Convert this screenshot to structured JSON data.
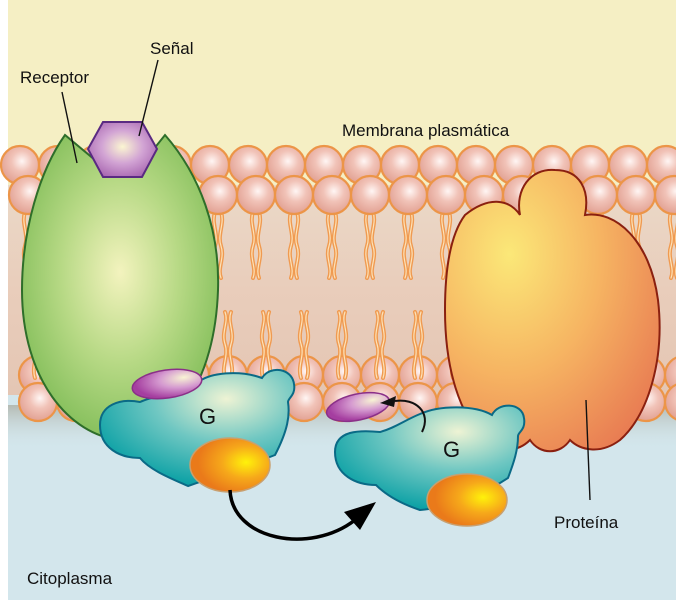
{
  "diagram": {
    "title": "Receptor acoplado a proteína G en la membrana plasmática",
    "labels": {
      "signal": "Señal",
      "receptor": "Receptor",
      "membrane": "Membrana plasmática",
      "cytoplasm": "Citoplasma",
      "protein": "Proteína",
      "g_protein_1": "G",
      "g_protein_2": "G"
    },
    "colors": {
      "extracellular": "#f5efc4",
      "cytoplasm": "#d3e6ec",
      "lipid_head": "#eeb5a8",
      "lipid_outline": "#e88a3c",
      "lipid_tail": "#f2a25a",
      "receptor": "#8fc860",
      "receptor_outline": "#2e6e2a",
      "signal": "#b97ac0",
      "signal_outline": "#5a2a82",
      "g_protein": "#1aa8ad",
      "g_protein_outline": "#0a6a86",
      "gdp_subunit": "#f0901a",
      "alpha_subunit": "#c06ab8",
      "effector_protein": "#f3a56a",
      "effector_outline": "#8a2010",
      "arrow": "#000000"
    },
    "icons": {
      "signal": "hexagon-signal-molecule-icon",
      "receptor": "receptor-protein-icon",
      "g_protein": "g-protein-icon",
      "effector": "membrane-protein-icon",
      "arrow": "curved-arrow-icon"
    }
  }
}
